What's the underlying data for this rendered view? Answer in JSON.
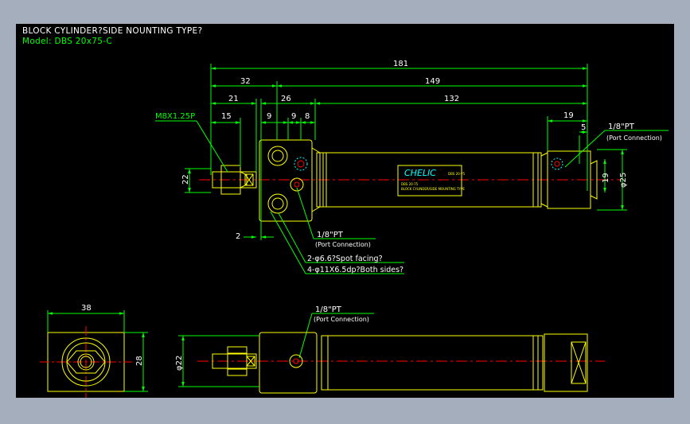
{
  "window": {
    "background": "#a5aebc",
    "canvas_color": "#000000"
  },
  "title": {
    "line1": "BLOCK CYLINDER?SIDE NOUNTING TYPE?",
    "line2": "Model: DBS 20x75-C"
  },
  "colors": {
    "outline": "#ffff00",
    "dimension": "#00ff00",
    "centerline": "#ff0000",
    "port": "#ff0000",
    "text": "#ffffff",
    "brand": "#00ffff"
  },
  "dimensions": {
    "overall_length": "181",
    "stroke_section": "149",
    "block_section": "32",
    "rod_end": "21",
    "block_width": "26",
    "body_length": "132",
    "thread_length": "15",
    "hole_pitch_a": "9",
    "hole_pitch_b": "9",
    "hole_pitch_c": "8",
    "end_cap": "19",
    "port_offset": "5",
    "block_height": "22",
    "rod_diameter_small": "19",
    "bore_diameter": "φ25",
    "gap": "2",
    "front_width": "38",
    "front_height": "28",
    "flange_diameter": "φ22"
  },
  "callouts": {
    "thread": "M8X1.25P",
    "port_top_right": "1/8\"PT",
    "port_top_right_sub": "(Port Connection)",
    "port_block": "1/8\"PT",
    "port_block_sub": "(Port Connection)",
    "spot_facing": "2-φ6.6?Spot facing?",
    "counterbore": "4-φ11X6.5dp?Both sides?",
    "port_bottom": "1/8\"PT",
    "port_bottom_sub": "(Port Connection)"
  },
  "label_plate": {
    "brand": "CHELIC",
    "code": "DBS 20-75",
    "line1": "DBS 20-75",
    "line2": "BLOCK CYLINDER/SIDE MOUNTING TYPE"
  },
  "icons": {
    "hex_nut": "hex-nut-icon",
    "port": "port-hole-icon",
    "magnet_switch": "gear-marker-icon"
  }
}
